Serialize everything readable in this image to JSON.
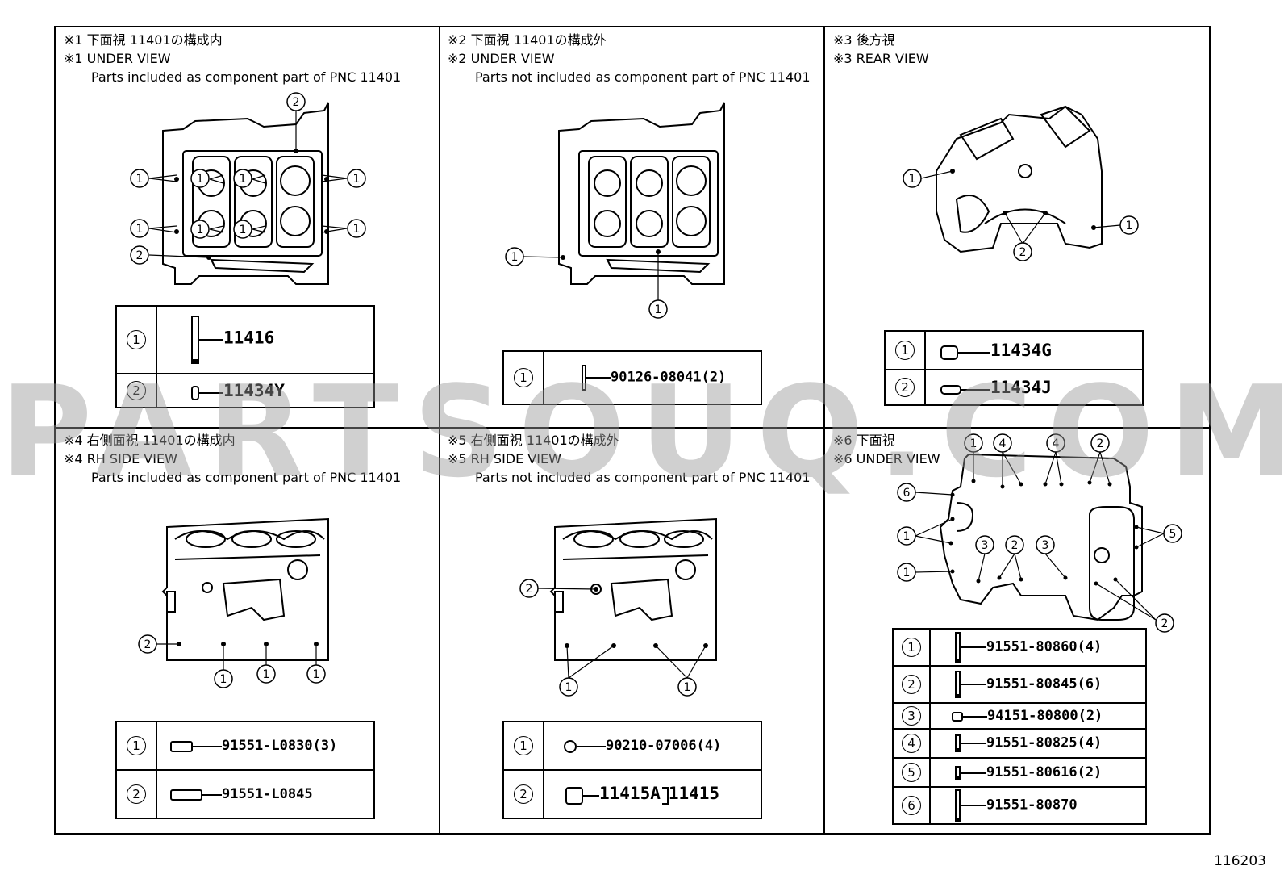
{
  "panels": [
    {
      "jp": "※1 下面視 11401の構成内",
      "en": "※1 UNDER VIEW",
      "desc": "Parts included as component part of PNC 11401",
      "parts": [
        {
          "num": "1",
          "pn": "11416"
        },
        {
          "num": "2",
          "pn": "11434Y"
        }
      ]
    },
    {
      "jp": "※2 下面視 11401の構成外",
      "en": "※2 UNDER VIEW",
      "desc": "Parts not included as component part of PNC 11401",
      "parts": [
        {
          "num": "1",
          "pn": "90126-08041(2)"
        }
      ]
    },
    {
      "jp": "※3 後方視",
      "en": "※3 REAR VIEW",
      "desc": "",
      "parts": [
        {
          "num": "1",
          "pn": "11434G"
        },
        {
          "num": "2",
          "pn": "11434J"
        }
      ]
    },
    {
      "jp": "※4 右側面視 11401の構成内",
      "en": "※4 RH SIDE VIEW",
      "desc": "Parts included as component part of PNC 11401",
      "parts": [
        {
          "num": "1",
          "pn": "91551-L0830(3)"
        },
        {
          "num": "2",
          "pn": "91551-L0845"
        }
      ]
    },
    {
      "jp": "※5 右側面視 11401の構成外",
      "en": "※5 RH SIDE VIEW",
      "desc": "Parts not included as component part of PNC 11401",
      "parts": [
        {
          "num": "1",
          "pn": "90210-07006(4)"
        },
        {
          "num": "2",
          "pn": "11415A",
          "group": "11415"
        }
      ]
    },
    {
      "jp": "※6 下面視",
      "en": "※6 UNDER VIEW",
      "desc": "",
      "parts": [
        {
          "num": "1",
          "pn": "91551-80860(4)"
        },
        {
          "num": "2",
          "pn": "91551-80845(6)"
        },
        {
          "num": "3",
          "pn": "94151-80800(2)"
        },
        {
          "num": "4",
          "pn": "91551-80825(4)"
        },
        {
          "num": "5",
          "pn": "91551-80616(2)"
        },
        {
          "num": "6",
          "pn": "91551-80870"
        }
      ]
    }
  ],
  "callouts": {
    "c1": "1",
    "c2": "2",
    "c3": "3",
    "c4": "4",
    "c5": "5",
    "c6": "6"
  },
  "watermark": "PARTSOUQ.COM",
  "ref_number": "116203"
}
